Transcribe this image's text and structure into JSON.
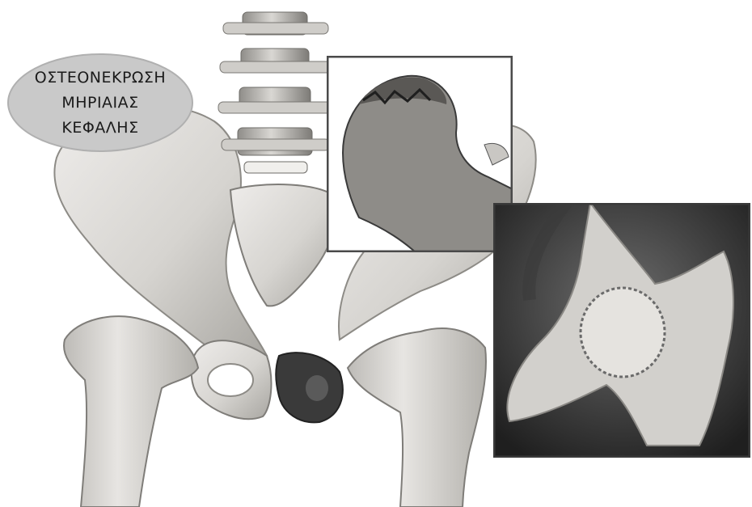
{
  "label": {
    "lines": [
      "ΟΣΤΕΟΝΕΚΡΩΣΗ",
      "ΜΗΡΙΑΙΑΣ",
      "ΚΕΦΑΛΗΣ"
    ]
  },
  "illustration": {
    "subject": "pelvis-and-hip-bones",
    "insets": [
      "femoral-head-closeup",
      "hip-xray-closeup"
    ]
  },
  "colors": {
    "bone": "#dcdad6",
    "bone_shadow": "#a9a7a2",
    "necrotic": "#3a3a3a",
    "xray_bg": "#2a2a2a",
    "bubble": "#c9c9c9"
  }
}
